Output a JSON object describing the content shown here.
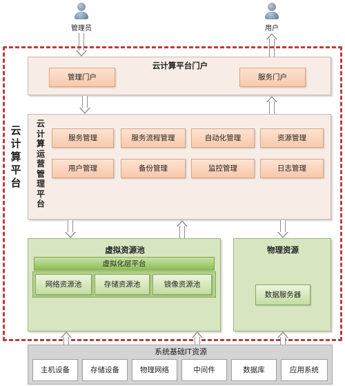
{
  "users": {
    "admin_label": "管理员",
    "user_label": "用户"
  },
  "outer": {
    "label": "云计算平台"
  },
  "portal": {
    "title": "云计算平台门户",
    "admin_portal": "管理门户",
    "service_portal": "服务门户"
  },
  "operations": {
    "title": "云计算运营管理平台",
    "row1": [
      "服务管理",
      "服务流程管理",
      "自动化管理",
      "资源管理"
    ],
    "row2": [
      "用户管理",
      "备份管理",
      "监控管理",
      "日志管理"
    ]
  },
  "virtual_pool": {
    "title": "虚拟资源池",
    "layer": "虚拟化层平台",
    "pools": [
      "网络资源池",
      "存储资源池",
      "镜像资源池"
    ]
  },
  "physical": {
    "title": "物理资源",
    "server": "数据服务器"
  },
  "infra": {
    "title": "系统基础IT资源",
    "items": [
      "主机设备",
      "存储设备",
      "物理网络",
      "中间件",
      "数据库",
      "应用系统"
    ]
  },
  "colors": {
    "frame_border": "#c0393b",
    "beige_panel": "#f8ede6",
    "orange_box": "#f7c9ab",
    "green_panel": "#d7e6c0",
    "green_bar": "#8cbd55",
    "gray_panel": "#d4d4d4"
  }
}
